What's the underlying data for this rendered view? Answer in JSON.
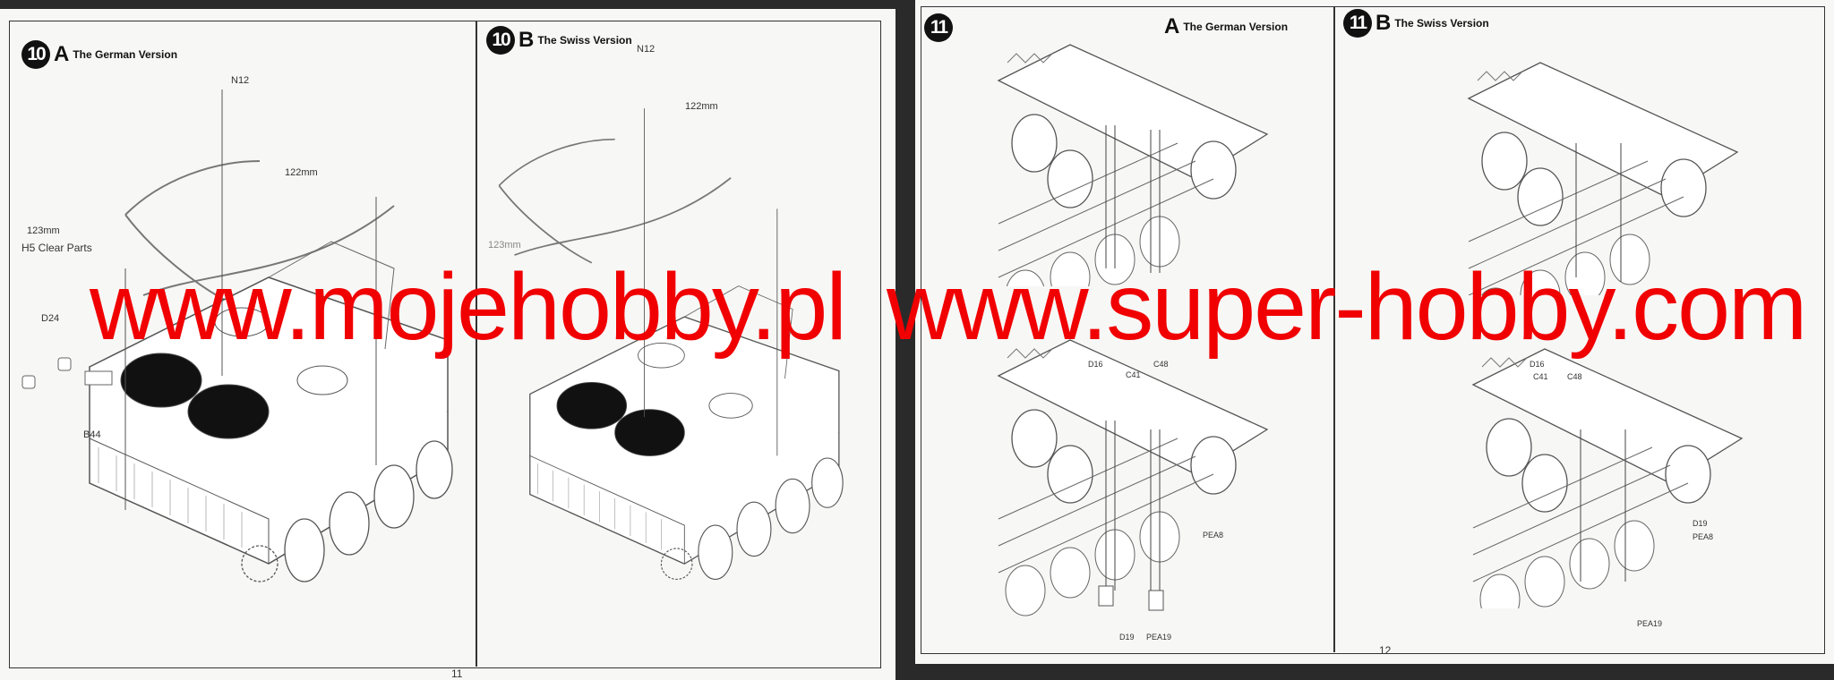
{
  "left_page": {
    "page_number": "11",
    "step_10a": {
      "number": "10",
      "letter": "A",
      "title": "The German Version",
      "labels": [
        "N12",
        "123mm",
        "122mm",
        "H5 Clear Parts",
        "D24",
        "B44"
      ]
    },
    "step_10b": {
      "number": "10",
      "letter": "B",
      "title": "The Swiss Version",
      "labels": [
        "N12",
        "122mm",
        "123mm"
      ]
    }
  },
  "right_page": {
    "page_number": "12",
    "step_11a": {
      "number": "11",
      "letter": "A",
      "title": "The German Version",
      "labels": [
        "D16",
        "C41",
        "C48",
        "PEA8",
        "D19",
        "PEA19"
      ]
    },
    "step_11b": {
      "number": "11",
      "letter": "B",
      "title": "The Swiss Version",
      "labels": [
        "D16",
        "C41",
        "C48",
        "D19",
        "PEA8",
        "PEA19"
      ]
    }
  },
  "watermarks": [
    "www.mojehobby.pl",
    "www.super-hobby.com"
  ],
  "colors": {
    "watermark": "#f00000",
    "paper": "#f7f7f6",
    "ink": "#333333"
  }
}
